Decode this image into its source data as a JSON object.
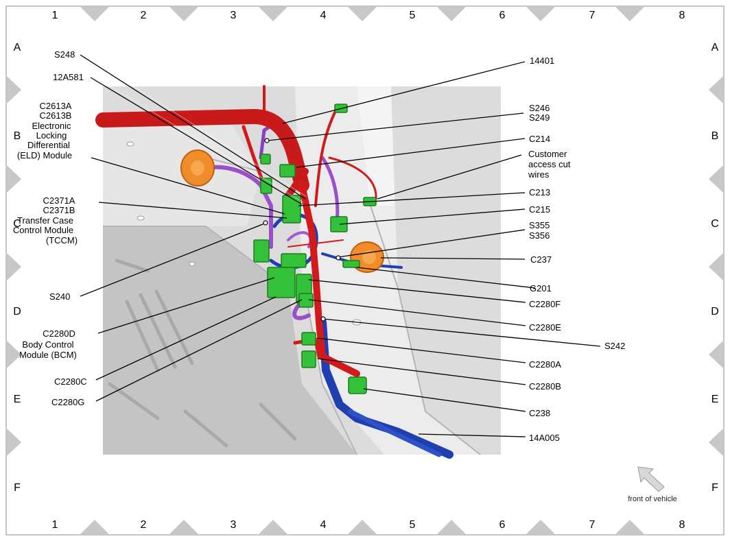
{
  "grid": {
    "columns": [
      "1",
      "2",
      "3",
      "4",
      "5",
      "6",
      "7",
      "8"
    ],
    "rows": [
      "A",
      "B",
      "C",
      "D",
      "E",
      "F"
    ]
  },
  "callouts": {
    "s248": "S248",
    "a12a581": "12A581",
    "elm_1": "C2613A",
    "elm_2": "C2613B",
    "elm_3": "Electronic",
    "elm_4": "Locking",
    "elm_5": "Differential",
    "elm_6": "(ELD) Module",
    "tccm_1": "C2371A",
    "tccm_2": "C2371B",
    "tccm_3": "Transfer Case",
    "tccm_4": "Control Module",
    "tccm_5": "(TCCM)",
    "s240": "S240",
    "bcm_1": "C2280D",
    "bcm_2": "Body Control",
    "bcm_3": "Module (BCM)",
    "c2280c": "C2280C",
    "c2280g": "C2280G",
    "n14401": "14401",
    "s246": "S246",
    "s249": "S249",
    "c214": "C214",
    "cust_1": "Customer",
    "cust_2": "access cut",
    "cust_3": "wires",
    "c213": "C213",
    "c215": "C215",
    "s355": "S355",
    "s356": "S356",
    "c237": "C237",
    "g201": "G201",
    "c2280f": "C2280F",
    "c2280e": "C2280E",
    "s242": "S242",
    "c2280a": "C2280A",
    "c2280b": "C2280B",
    "c238": "C238",
    "n14a005": "14A005"
  },
  "front_of_vehicle": "front of vehicle",
  "colors": {
    "harness_red": "#d31a1a",
    "harness_blue": "#1f3fb0",
    "harness_purple": "#9b4fc8",
    "connector_green": "#34c13a",
    "grommet_orange": "#f08c2a",
    "panel_gray": "#d9d9d9"
  }
}
